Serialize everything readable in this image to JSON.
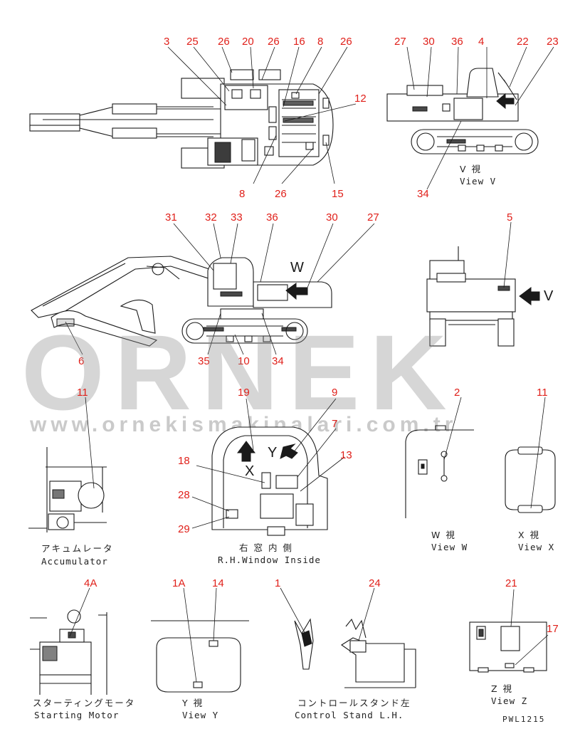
{
  "watermark": {
    "brand": "ORNEK",
    "url": "www.ornekismakinalari.com.tr"
  },
  "drawing_code": "PWL1215",
  "callouts": {
    "top_view": [
      "3",
      "25",
      "26",
      "20",
      "26",
      "16",
      "8",
      "26",
      "12",
      "8",
      "26",
      "15"
    ],
    "view_v": [
      "27",
      "30",
      "36",
      "4",
      "22",
      "23",
      "34"
    ],
    "side_view": [
      "31",
      "32",
      "33",
      "36",
      "30",
      "27",
      "6",
      "35",
      "10",
      "34"
    ],
    "rear_view": [
      "5"
    ],
    "accumulator": [
      "11"
    ],
    "rh_window": [
      "19",
      "9",
      "7",
      "18",
      "13",
      "28",
      "29"
    ],
    "view_w": [
      "2"
    ],
    "view_x": [
      "11"
    ],
    "starting_motor": [
      "4A"
    ],
    "view_y": [
      "1A",
      "14"
    ],
    "control_stand": [
      "1",
      "24"
    ],
    "view_z": [
      "21",
      "17"
    ]
  },
  "view_letters": {
    "v": "V",
    "w": "W",
    "x": "X",
    "y": "Y"
  },
  "captions": {
    "view_v": {
      "jp": "V 視",
      "en": "View V"
    },
    "accumulator": {
      "jp": "アキュムレータ",
      "en": "Accumulator"
    },
    "rh_window": {
      "jp": "右 窓 内 側",
      "en": "R.H.Window Inside"
    },
    "view_w": {
      "jp": "W 視",
      "en": "View W"
    },
    "view_x": {
      "jp": "X 視",
      "en": "View X"
    },
    "starting_motor": {
      "jp": "スターティングモータ",
      "en": "Starting Motor"
    },
    "view_y": {
      "jp": "Y 視",
      "en": "View Y"
    },
    "control_stand": {
      "jp": "コントロールスタンド左",
      "en": "Control Stand L.H."
    },
    "view_z": {
      "jp": "Z 視",
      "en": "View Z"
    }
  },
  "colors": {
    "callout": "#e0201a",
    "ink": "#1a1a1a",
    "watermark": "#8a8a8a"
  }
}
